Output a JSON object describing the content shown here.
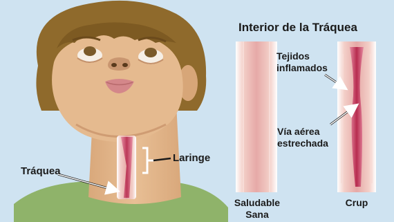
{
  "title": "Interior de la Tráquea",
  "labels": {
    "laringe": "Laringe",
    "traquea": "Tráquea",
    "tejidos_line1": "Tejidos",
    "tejidos_line2": "inflamados",
    "via_line1": "Vía aérea",
    "via_line2": "estrechada",
    "saludable_line1": "Saludable",
    "saludable_line2": "Sana",
    "crup": "Crup"
  },
  "colors": {
    "background": "#cfe3f1",
    "skin": "#e5ba8f",
    "hair": "#8f6a2c",
    "shirt": "#8fb36a",
    "tissue": "#e7b4b2",
    "inflamed": "#c0365a"
  }
}
